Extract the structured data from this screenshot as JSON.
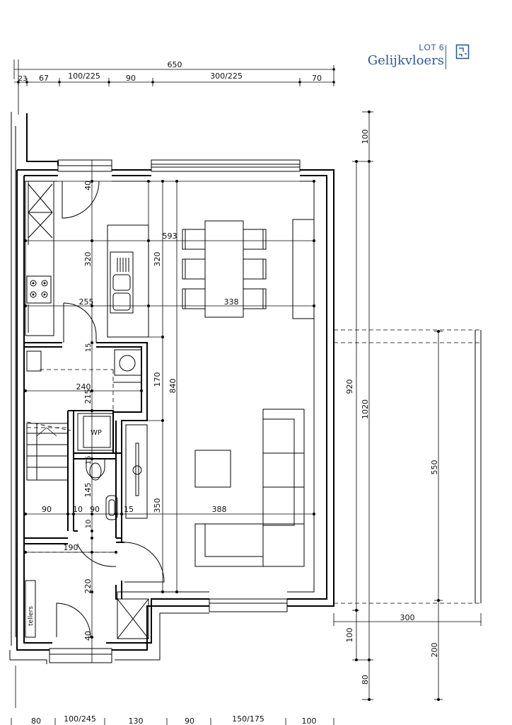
{
  "header": {
    "lot": "LOT 6",
    "title": "Gelijkvloers",
    "icon": "floorplan-icon",
    "accent_color": "#2a5a9a"
  },
  "dimensions": {
    "top_total": "650",
    "top_segments": [
      "23",
      "67",
      "100/225",
      "90",
      "300/225",
      "70"
    ],
    "bottom_segments": [
      "80",
      "100/245",
      "130",
      "90",
      "150/175",
      "100"
    ],
    "right_column_a": [
      "100",
      "920",
      "100",
      "80"
    ],
    "right_column_b": "1020",
    "terrace_depth": "550",
    "terrace_width": "300",
    "terrace_lower": "200"
  },
  "rooms": {
    "kitchen_door": "40",
    "kitchen_height_left": "320",
    "kitchen_height_right": "320",
    "living_width": "593",
    "kitchen_width": "255",
    "dining_width": "338",
    "hall_gap": "15",
    "utility_height": "170",
    "living_height": "840",
    "utility_width": "240",
    "utility_depth": "215",
    "boiler_label": "WP",
    "wc_gap": "15",
    "wc_height": "145",
    "hall_width": "90",
    "wall_a": "10",
    "wc_width": "90",
    "wall_b": "15",
    "lounge_height": "350",
    "lounge_width": "388",
    "wall_c": "10",
    "entrance_width": "190",
    "entrance_height": "220",
    "front_door": "40",
    "meter_label": "tellers"
  }
}
